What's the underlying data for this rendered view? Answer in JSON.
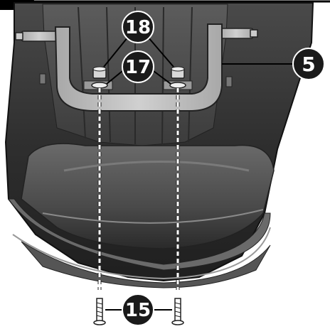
{
  "callouts": {
    "top_bar_part": "5",
    "nut": "18",
    "washer": "17",
    "bolt": "15"
  },
  "colors": {
    "tub_dark": "#3a3a3a",
    "tub_mid": "#5a5a5a",
    "tub_light": "#9a9a9a",
    "bar_fill": "#b8b8b8",
    "callout_bg": "#1a1a1a",
    "callout_text": "#ffffff"
  }
}
